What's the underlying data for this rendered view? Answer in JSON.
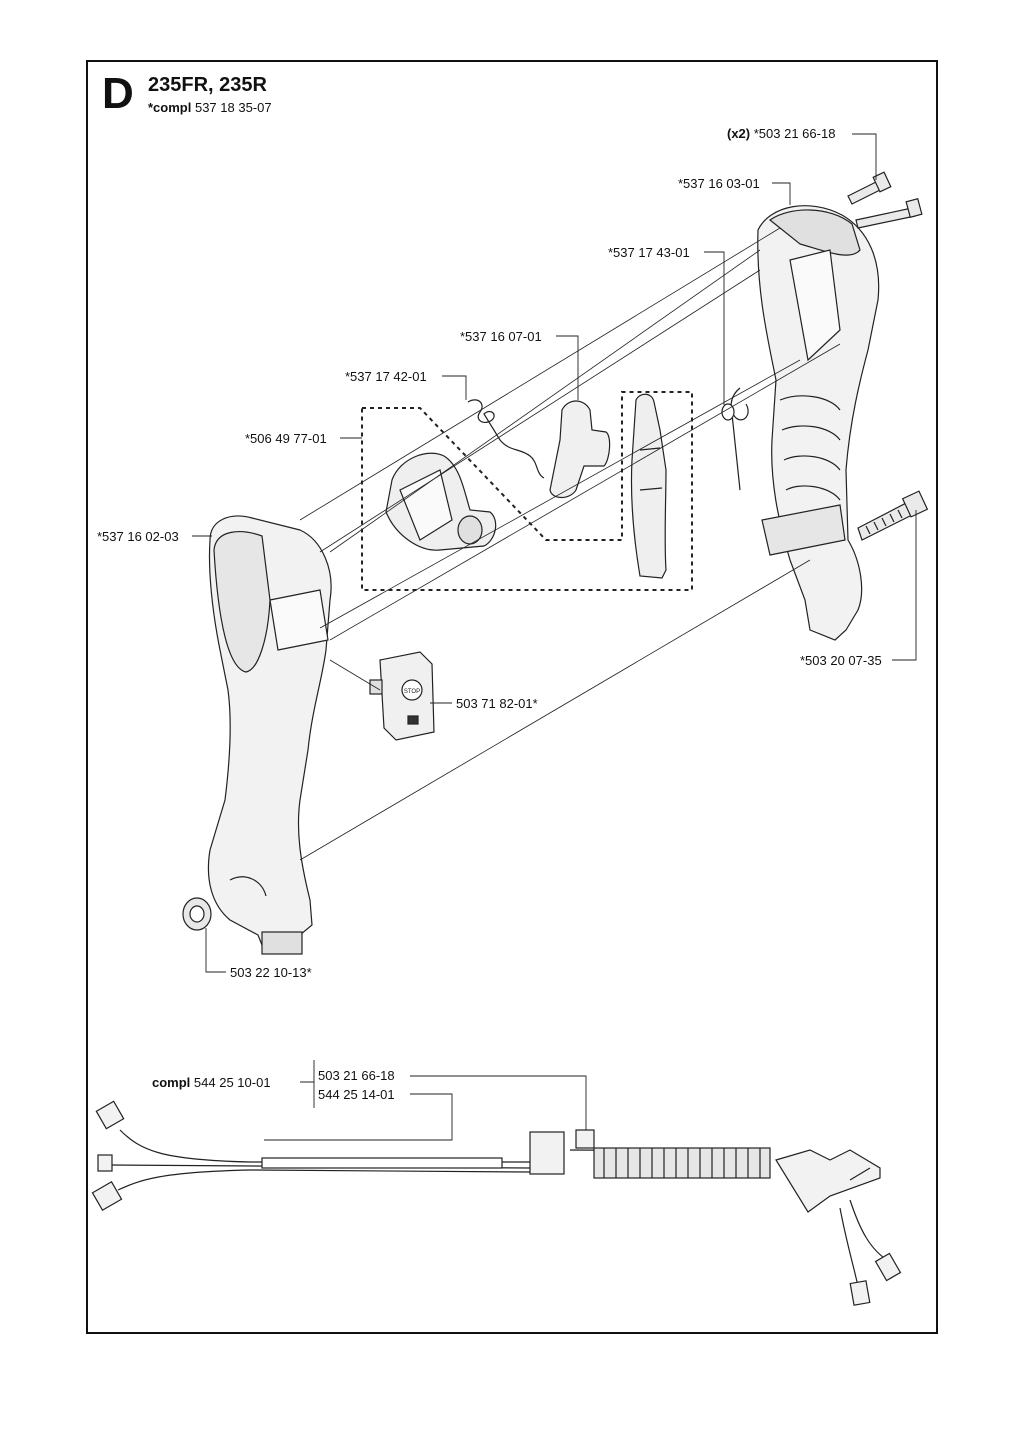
{
  "header": {
    "section_letter": "D",
    "models": "235FR, 235R",
    "compl_prefix": "*compl",
    "compl_number": "537 18 35-07"
  },
  "parts": [
    {
      "id": "screw_top",
      "qty": "(x2)",
      "number": "*503 21 66-18"
    },
    {
      "id": "handle_right_half",
      "number": "*537 16 03-01"
    },
    {
      "id": "spring_right",
      "number": "*537 17 43-01"
    },
    {
      "id": "throttle_lock",
      "number": "*537 16 07-01"
    },
    {
      "id": "spring_left",
      "number": "*537 17 42-01"
    },
    {
      "id": "trigger_kit",
      "number": "*506 49 77-01"
    },
    {
      "id": "handle_left_half",
      "number": "*537 16 02-03"
    },
    {
      "id": "screw_bottom",
      "number": "*503 20 07-35"
    },
    {
      "id": "stop_switch",
      "number": "503 71 82-01*",
      "switch_text": "STOP"
    },
    {
      "id": "nut",
      "number": "503 22 10-13*"
    }
  ],
  "harness": {
    "compl_prefix": "compl",
    "compl_number": "544 25 10-01",
    "sub_parts": [
      "503 21 66-18",
      "544 25 14-01"
    ]
  }
}
